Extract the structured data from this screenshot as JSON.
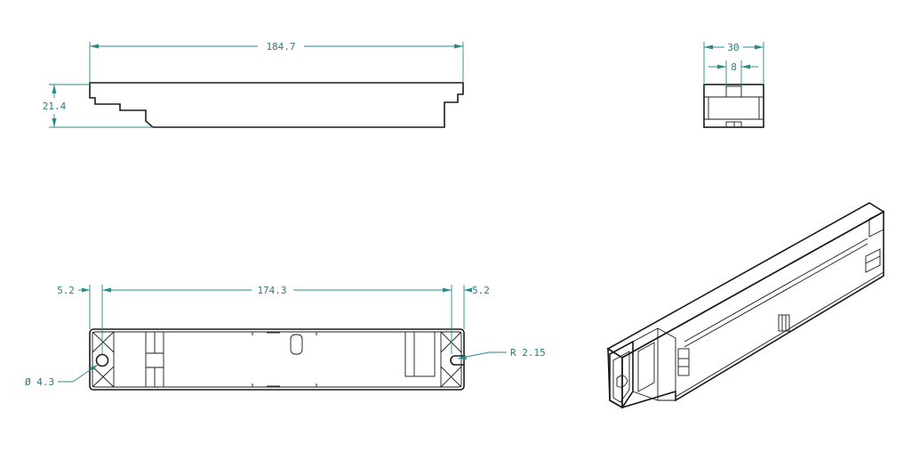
{
  "dimensions": {
    "length_overall": "184.7",
    "height": "21.4",
    "width": "30",
    "slot_width": "8",
    "hole_spacing": "174.3",
    "left_offset": "5.2",
    "right_offset": "5.2",
    "hole_diameter": "Ø 4.3",
    "slot_radius": "R 2.15"
  },
  "colors": {
    "dimension_line": "#2a8a8a",
    "outline": "#1a1a1a"
  }
}
